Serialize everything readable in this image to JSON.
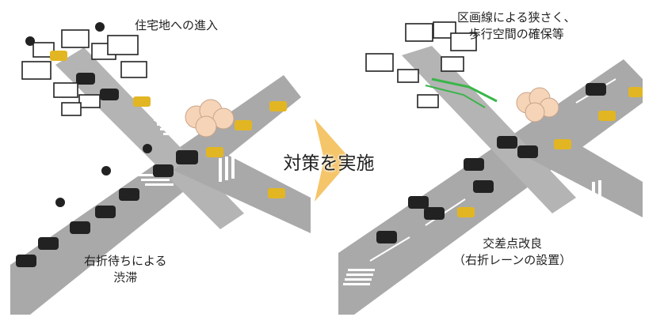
{
  "before": {
    "caption_top": "住宅地への進入",
    "caption_bottom_line1": "右折待ちによる",
    "caption_bottom_line2": "渋滞"
  },
  "after": {
    "caption_top_line1": "区画線による狭さく、",
    "caption_top_line2": "歩行空間の確保等",
    "caption_bottom_line1": "交差点改良",
    "caption_bottom_line2": "（右折レーンの設置）"
  },
  "center": {
    "label": "対策を実施"
  },
  "colors": {
    "road": "#a9a9a9",
    "car_dark": "#222222",
    "car_taxi": "#e2b622",
    "cloud": "#f6d4b8",
    "arrow": "#f5c56a",
    "green_line": "#3bb54a"
  }
}
